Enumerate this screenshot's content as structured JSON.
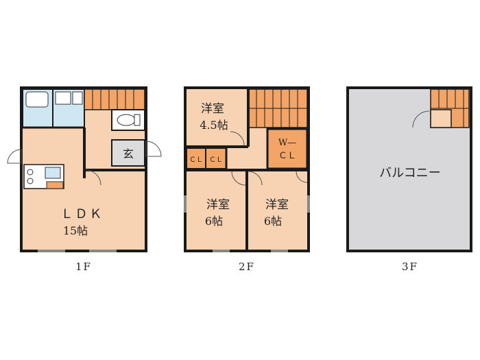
{
  "floors": {
    "f1": {
      "label": "1F",
      "rooms": {
        "ldk_name": "ＬＤＫ",
        "ldk_size": "15帖",
        "entrance": "玄"
      }
    },
    "f2": {
      "label": "2F",
      "rooms": {
        "western1_name": "洋室",
        "western1_size": "4.5帖",
        "western2_name": "洋室",
        "western2_size": "6帖",
        "western3_name": "洋室",
        "western3_size": "6帖",
        "closet1": "ＣＬ",
        "closet2": "ＣＬ",
        "wcl_top": "W—",
        "wcl_bottom": "ＣＬ"
      }
    },
    "f3": {
      "label": "3F",
      "rooms": {
        "balcony": "バルコニー"
      }
    }
  },
  "colors": {
    "room": "#f7d3b4",
    "closet": "#f2a566",
    "balcony": "#d8d8db",
    "entrance": "#dcdcdc",
    "wet": "#cfe6f3",
    "wall": "#1a1a1a"
  }
}
